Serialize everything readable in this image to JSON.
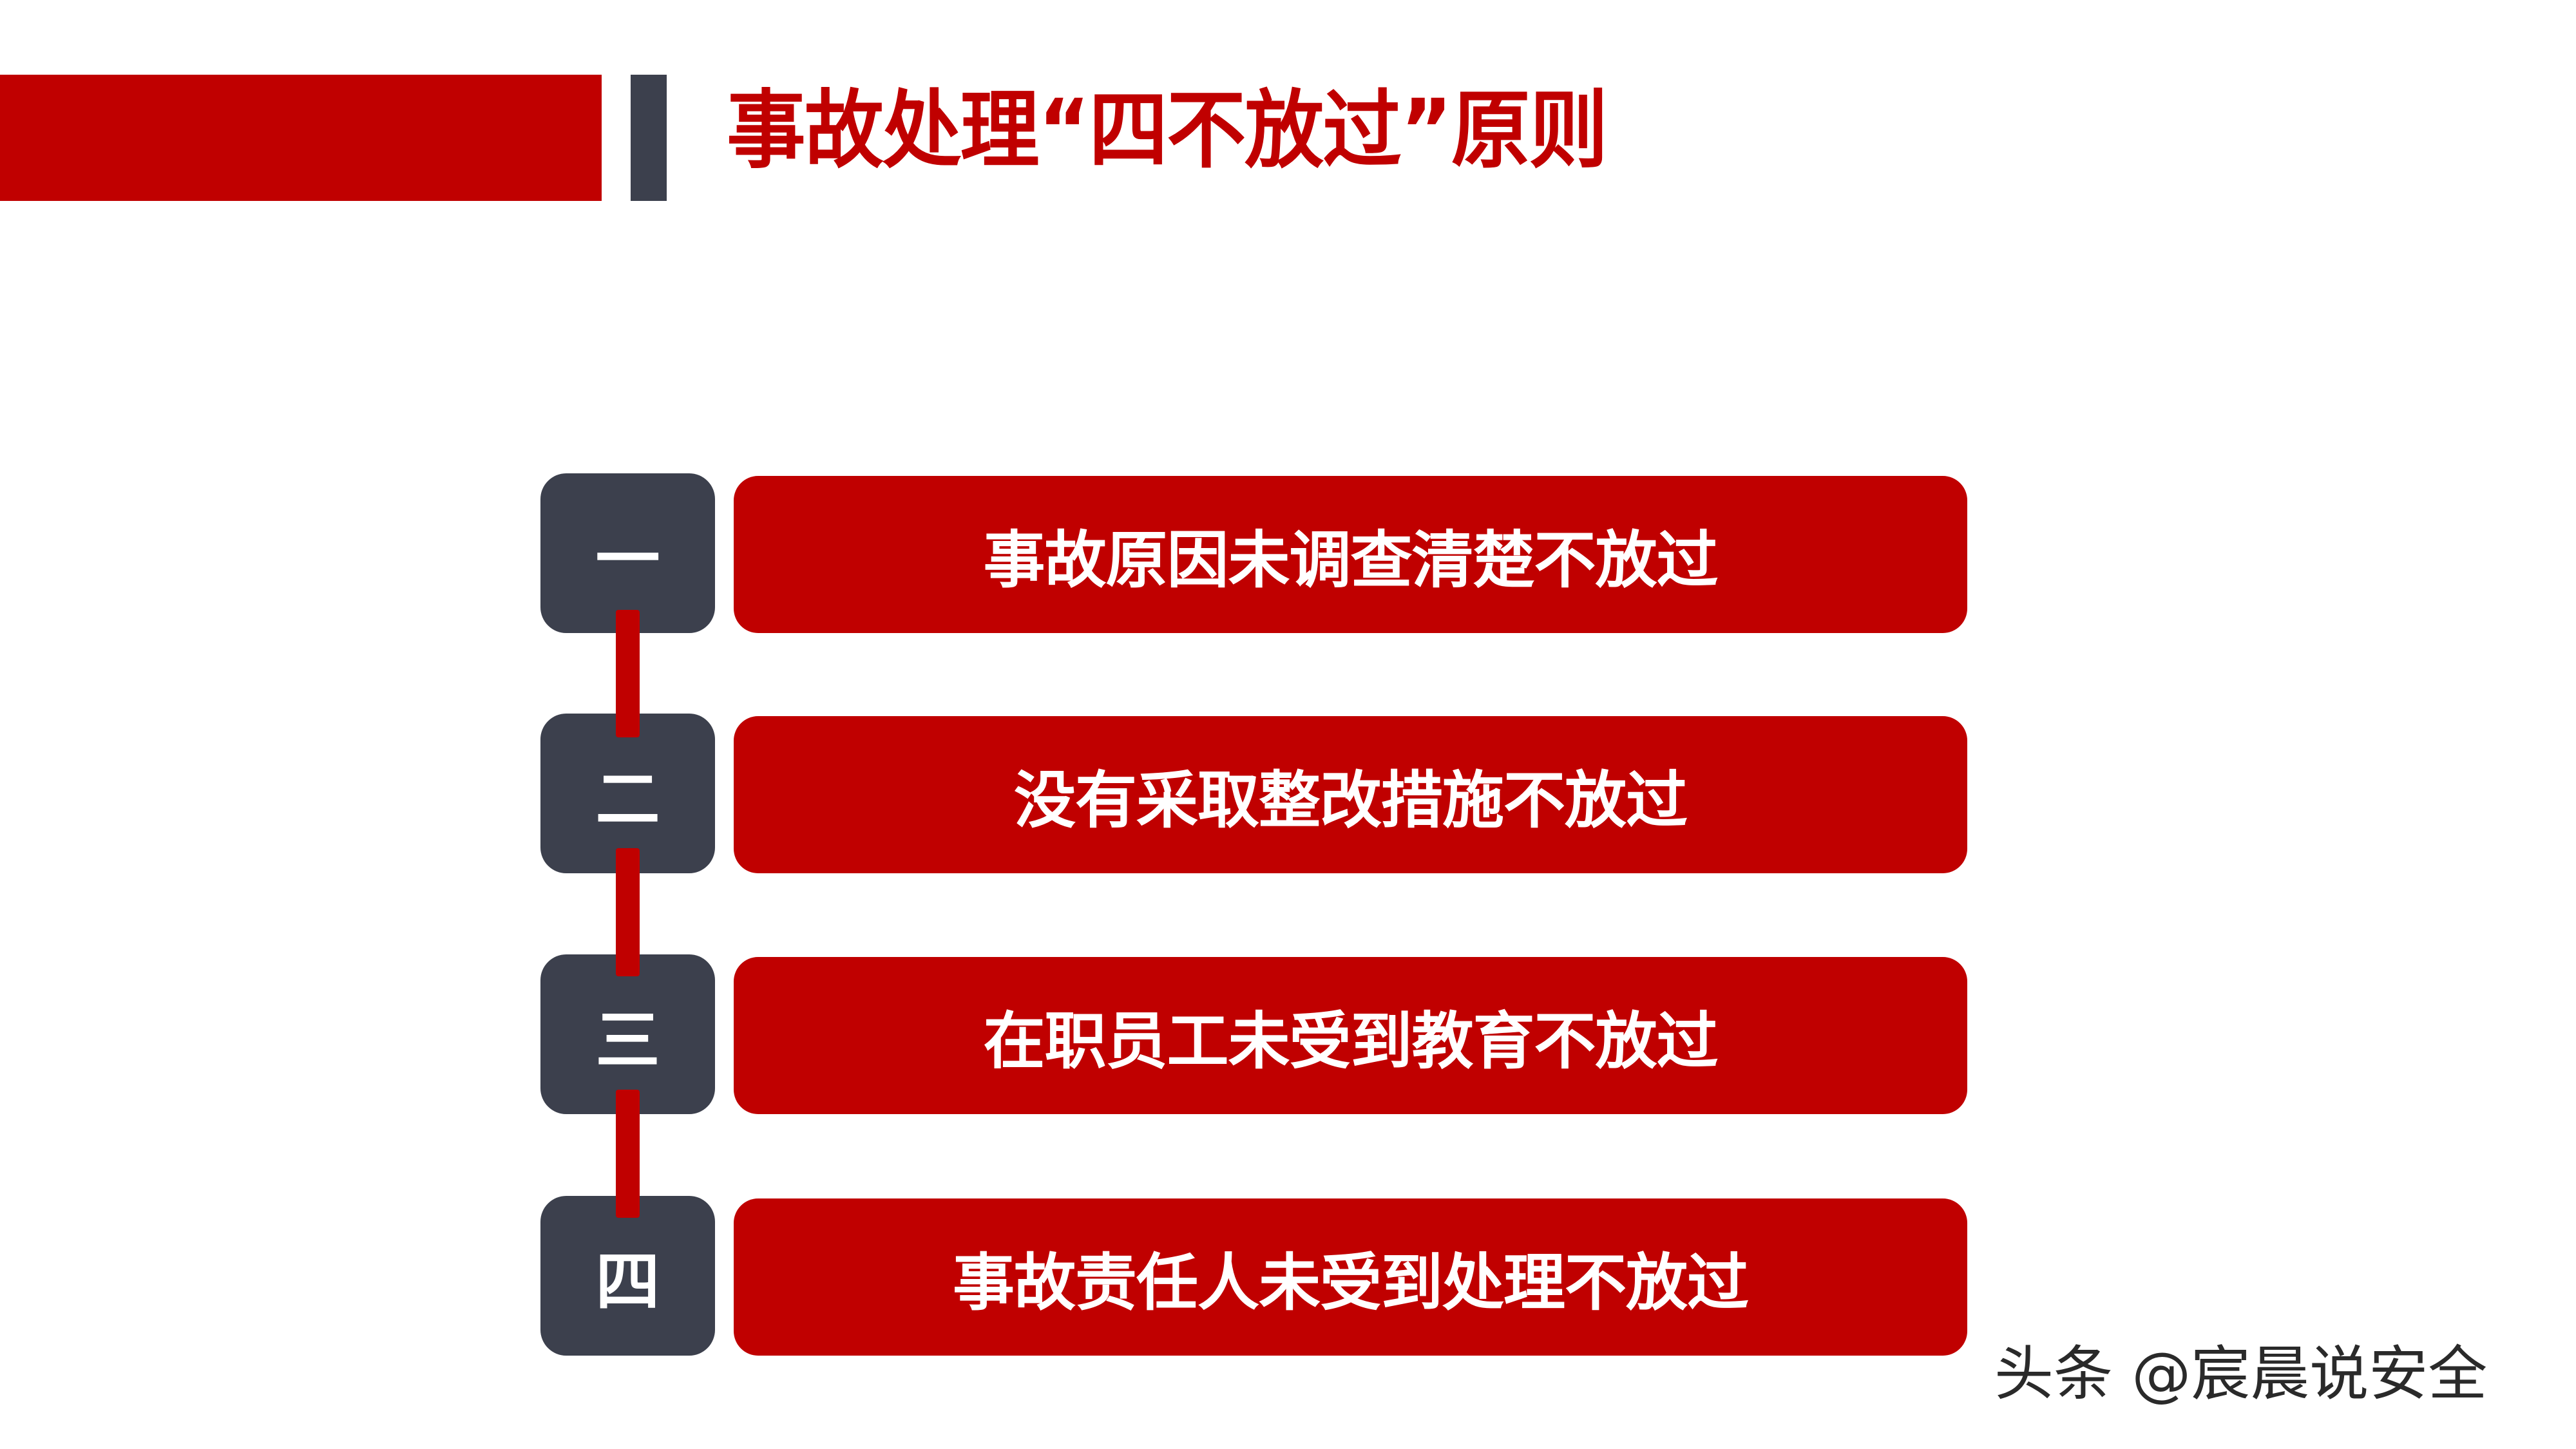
{
  "slide": {
    "title": "事故处理“四不放过”原则",
    "colors": {
      "accent_red": "#C00000",
      "dark_slate": "#3C404D",
      "background": "#FFFFFF"
    }
  },
  "items": [
    {
      "number": "一",
      "text": "事故原因未调查清楚不放过"
    },
    {
      "number": "二",
      "text": "没有采取整改措施不放过"
    },
    {
      "number": "三",
      "text": "在职员工未受到教育不放过"
    },
    {
      "number": "四",
      "text": "事故责任人未受到处理不放过"
    }
  ],
  "watermark": "头条 @宸晨说安全"
}
